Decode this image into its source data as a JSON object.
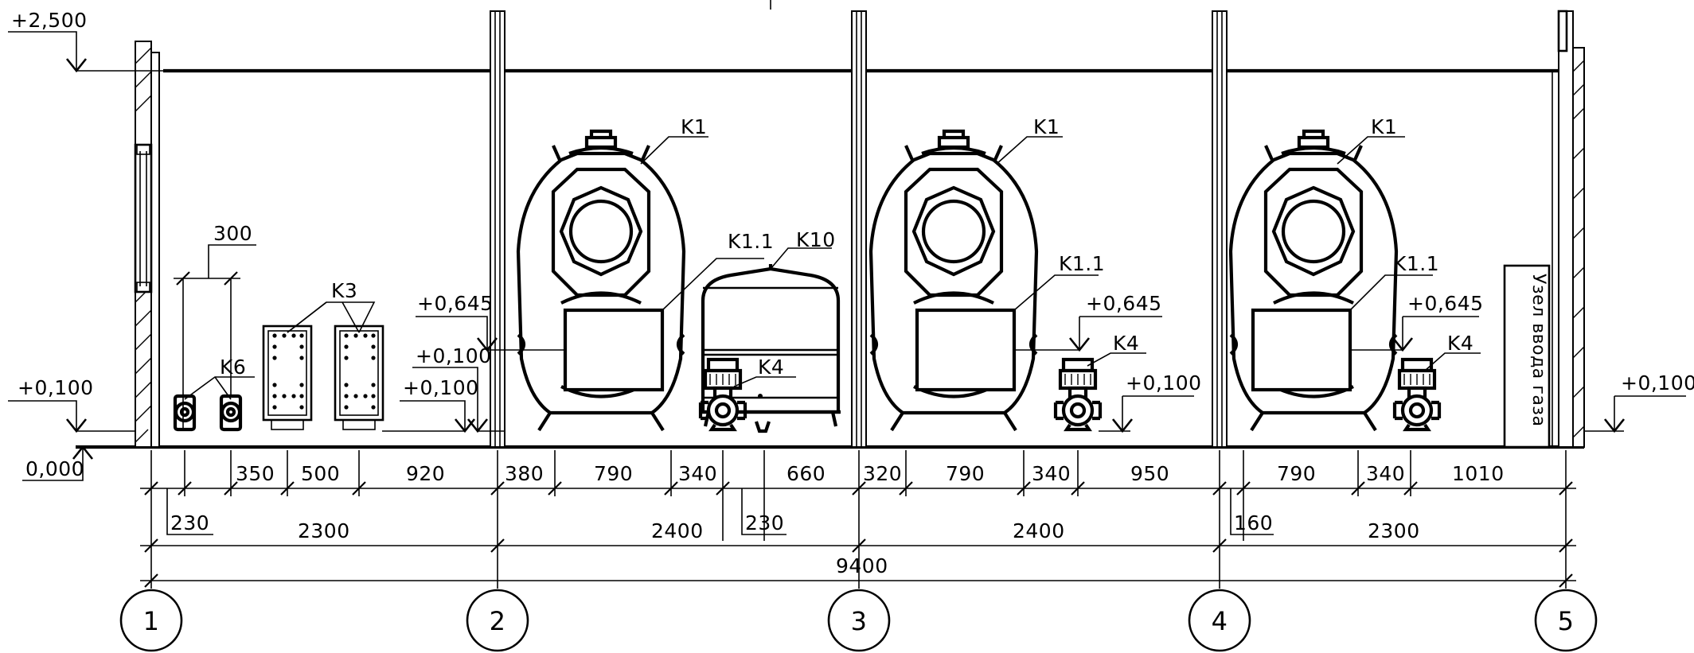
{
  "elevations": {
    "top_left": "+2,500",
    "left_100": "+0,100",
    "zero": "0,000",
    "right_100": "+0,100",
    "k3_100": "+0,100",
    "bay2_645": "+0,645",
    "bay2_100": "+0,100",
    "bay3_645": "+0,645",
    "bay3_100": "+0,100",
    "bay4_645": "+0,645"
  },
  "equipment": {
    "k1": "K1",
    "k1_1": "K1.1",
    "k10": "K10",
    "k4": "K4",
    "k3": "K3",
    "k6": "K6",
    "dim_300": "300",
    "gas_inlet": "Узел ввода газа"
  },
  "dimensions": {
    "chain1": [
      "350",
      "500",
      "920",
      "380",
      "790",
      "340",
      "660",
      "320",
      "790",
      "340",
      "950",
      "790",
      "340",
      "1010"
    ],
    "extra": {
      "d230_left": "230",
      "d230_mid": "230",
      "d160": "160"
    },
    "chain2": [
      "2300",
      "2400",
      "2400",
      "2300"
    ],
    "total": "9400"
  },
  "axes": [
    "1",
    "2",
    "3",
    "4",
    "5"
  ]
}
